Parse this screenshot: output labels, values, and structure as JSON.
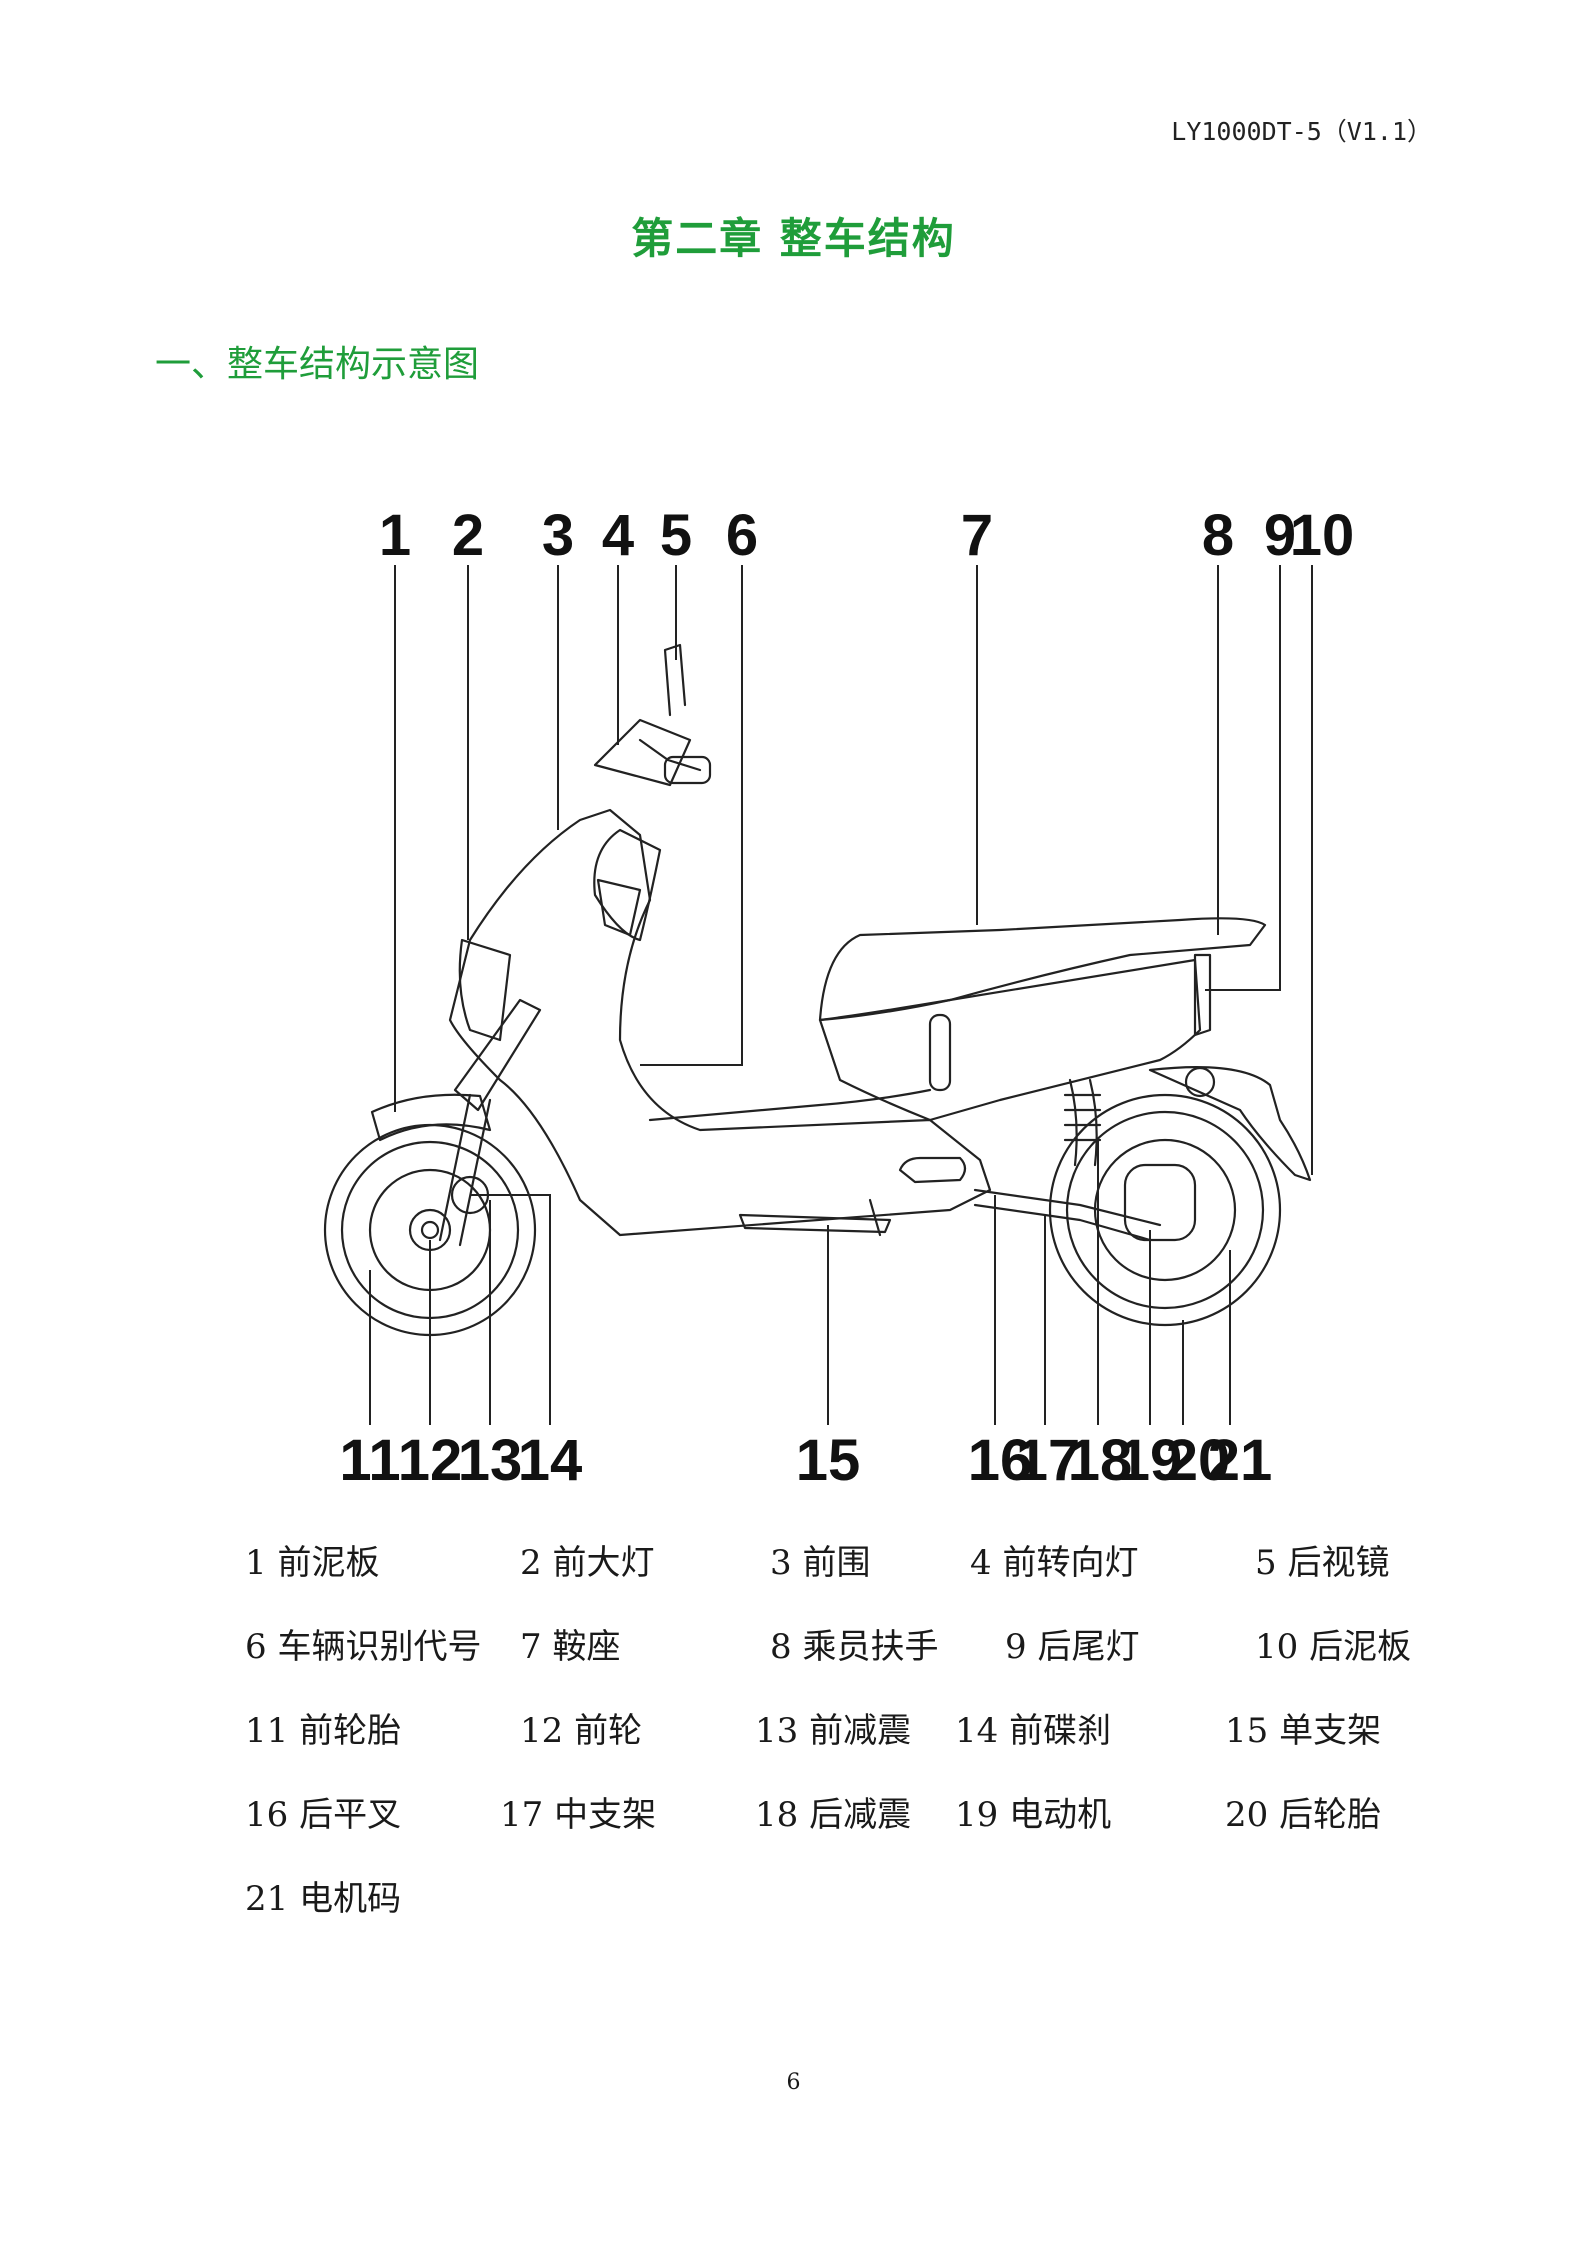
{
  "header": {
    "doc_code": "LY1000DT-5（V1.1）"
  },
  "chapter_title": "第二章 整车结构",
  "section_heading": "一、整车结构示意图",
  "diagram": {
    "top_numbers": [
      "1",
      "2",
      "3",
      "4",
      "5",
      "6",
      "7",
      "8",
      "9",
      "10"
    ],
    "bottom_numbers": [
      "11",
      "12",
      "13",
      "14",
      "15",
      "16",
      "17",
      "18",
      "19",
      "20",
      "21"
    ]
  },
  "legend": [
    {
      "num": "1",
      "label": "前泥板"
    },
    {
      "num": "2",
      "label": "前大灯"
    },
    {
      "num": "3",
      "label": "前围"
    },
    {
      "num": "4",
      "label": "前转向灯"
    },
    {
      "num": "5",
      "label": "后视镜"
    },
    {
      "num": "6",
      "label": "车辆识别代号"
    },
    {
      "num": "7",
      "label": "鞍座"
    },
    {
      "num": "8",
      "label": "乘员扶手"
    },
    {
      "num": "9",
      "label": "后尾灯"
    },
    {
      "num": "10",
      "label": "后泥板"
    },
    {
      "num": "11",
      "label": "前轮胎"
    },
    {
      "num": "12",
      "label": "前轮"
    },
    {
      "num": "13",
      "label": "前减震"
    },
    {
      "num": "14",
      "label": "前碟刹"
    },
    {
      "num": "15",
      "label": "单支架"
    },
    {
      "num": "16",
      "label": "后平叉"
    },
    {
      "num": "17",
      "label": "中支架"
    },
    {
      "num": "18",
      "label": "后减震"
    },
    {
      "num": "19",
      "label": "电动机"
    },
    {
      "num": "20",
      "label": "后轮胎"
    },
    {
      "num": "21",
      "label": "电机码"
    }
  ],
  "page_number": "6"
}
